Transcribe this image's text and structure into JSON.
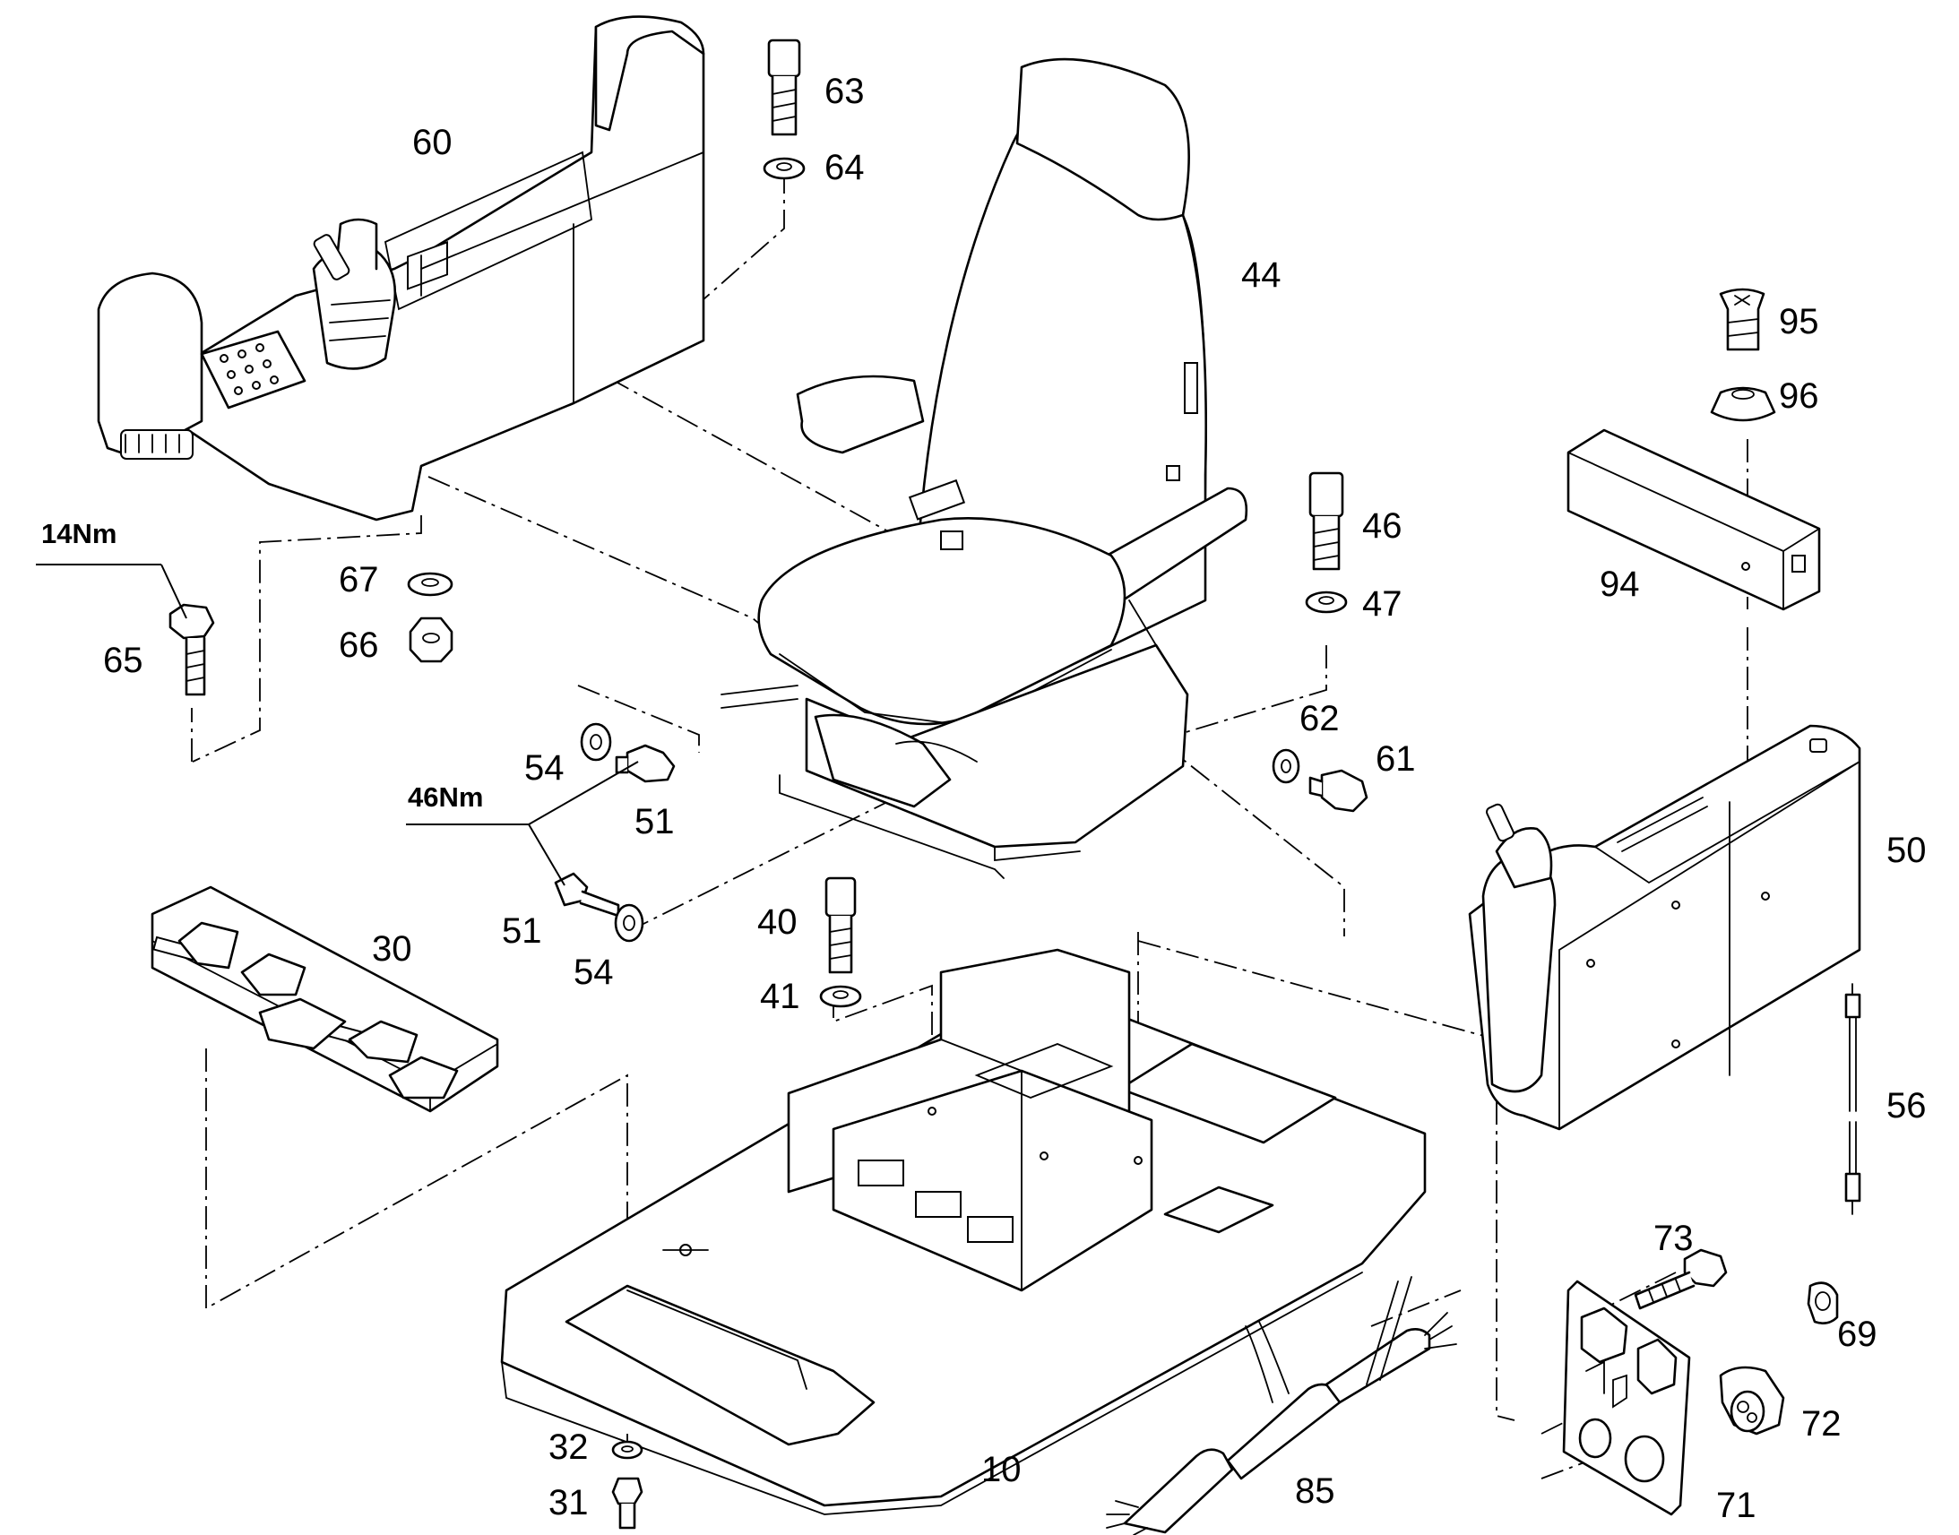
{
  "part_numbers": {
    "p10": "10",
    "p30": "30",
    "p31": "31",
    "p32": "32",
    "p40": "40",
    "p41": "41",
    "p44": "44",
    "p46": "46",
    "p47": "47",
    "p50": "50",
    "p51a": "51",
    "p51b": "51",
    "p54a": "54",
    "p54b": "54",
    "p56": "56",
    "p60": "60",
    "p61": "61",
    "p62": "62",
    "p63": "63",
    "p64": "64",
    "p65": "65",
    "p66": "66",
    "p67": "67",
    "p69": "69",
    "p71": "71",
    "p72": "72",
    "p73": "73",
    "p85": "85",
    "p94": "94",
    "p95": "95",
    "p96": "96"
  },
  "torque_specs": {
    "bolt_65": "14Nm",
    "bolt_51": "46Nm"
  }
}
